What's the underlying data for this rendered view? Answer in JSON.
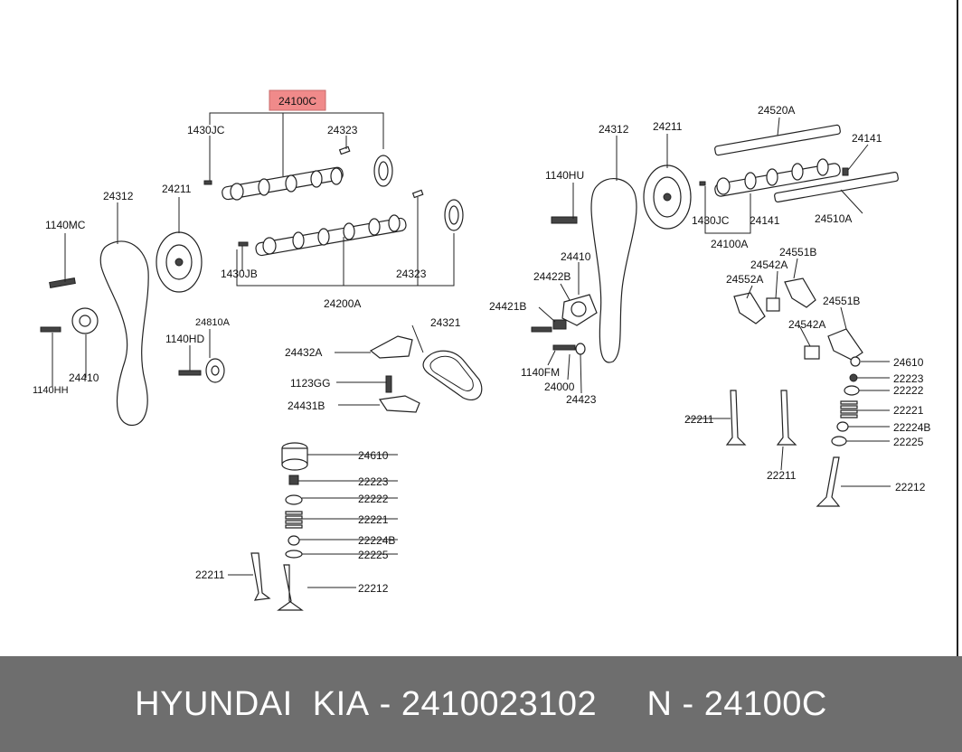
{
  "highlight": {
    "label": "24100C",
    "color": "#f08a8a"
  },
  "labels": {
    "l_1430JC_a": "1430JC",
    "l_24323_a": "24323",
    "l_24312_a": "24312",
    "l_24211_a": "24211",
    "l_1140MC": "1140MC",
    "l_1430JB": "1430JB",
    "l_24323_b": "24323",
    "l_24200A": "24200A",
    "l_24810A": "24810A",
    "l_1140HD": "1140HD",
    "l_24410_a": "24410",
    "l_1140HH": "1140HH",
    "l_24321": "24321",
    "l_24432A": "24432A",
    "l_1123GG": "1123GG",
    "l_24431B": "24431B",
    "l_24610_a": "24610",
    "l_22223_a": "22223",
    "l_22222_a": "22222",
    "l_22221_a": "22221",
    "l_22224B_a": "22224B",
    "l_22225_a": "22225",
    "l_22211_a": "22211",
    "l_22212_a": "22212",
    "l_24312_b": "24312",
    "l_24211_b": "24211",
    "l_24520A": "24520A",
    "l_24141_a": "24141",
    "l_1140HU": "1140HU",
    "l_1430JC_b": "1430JC",
    "l_24141_b": "24141",
    "l_24510A": "24510A",
    "l_24100A": "24100A",
    "l_24410_b": "24410",
    "l_24422B": "24422B",
    "l_24421B": "24421B",
    "l_1140FM": "1140FM",
    "l_24000": "24000",
    "l_24423": "24423",
    "l_24551B_a": "24551B",
    "l_24542A_a": "24542A",
    "l_24552A": "24552A",
    "l_24551B_b": "24551B",
    "l_24542A_b": "24542A",
    "l_24610_b": "24610",
    "l_22223_b": "22223",
    "l_22222_b": "22222",
    "l_22221_b": "22221",
    "l_22224B_b": "22224B",
    "l_22225_b": "22225",
    "l_22211_b": "22211",
    "l_22211_c": "22211",
    "l_22212_b": "22212"
  },
  "footer": {
    "brand": "HYUNDAI  KIA",
    "sep1": " - ",
    "part_number": "2410023102",
    "gap": "     ",
    "prefix": "N",
    "sep2": " - ",
    "ref": "24100C"
  }
}
